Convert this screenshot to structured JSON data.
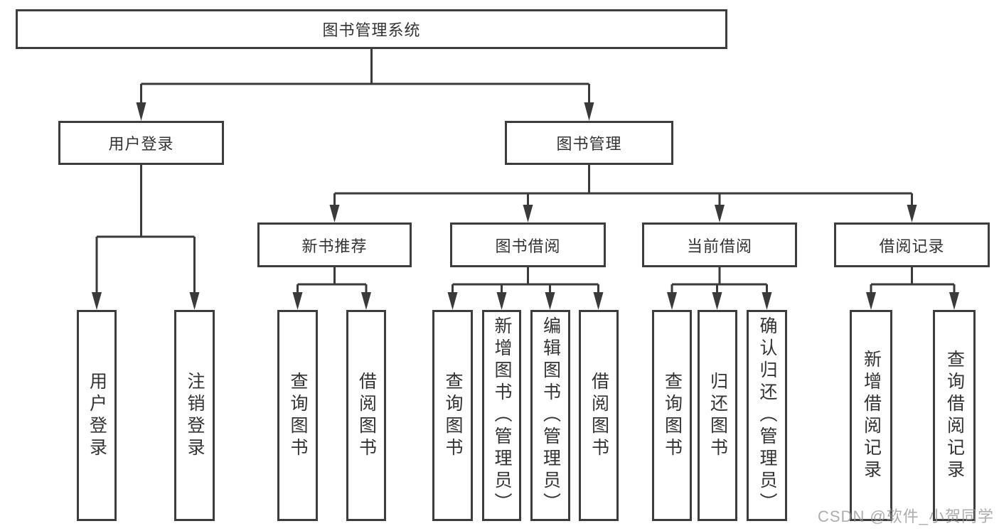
{
  "diagram_type": "hierarchy-chart",
  "colors": {
    "line": "#3a3a3a",
    "box_border": "#3d3d3d",
    "text": "#333333",
    "background": "#ffffff",
    "watermark": "#919191"
  },
  "tree": {
    "root": {
      "label": "图书管理系统",
      "children": [
        {
          "label": "用户登录",
          "children": [
            {
              "label": "用户登录"
            },
            {
              "label": "注销登录"
            }
          ]
        },
        {
          "label": "图书管理",
          "children": [
            {
              "label": "新书推荐",
              "children": [
                {
                  "label": "查询图书"
                },
                {
                  "label": "借阅图书"
                }
              ]
            },
            {
              "label": "图书借阅",
              "children": [
                {
                  "label": "查询图书"
                },
                {
                  "label": "新增图书（管理员）"
                },
                {
                  "label": "编辑图书（管理员）"
                },
                {
                  "label": "借阅图书"
                }
              ]
            },
            {
              "label": "当前借阅",
              "children": [
                {
                  "label": "查询图书"
                },
                {
                  "label": "归还图书"
                },
                {
                  "label": "确认归还（管理员）"
                }
              ]
            },
            {
              "label": "借阅记录",
              "children": [
                {
                  "label": "新增借阅记录"
                },
                {
                  "label": "查询借阅记录"
                }
              ]
            }
          ]
        }
      ]
    }
  },
  "watermark": {
    "text": "CSDN @软件_小贺同学"
  }
}
